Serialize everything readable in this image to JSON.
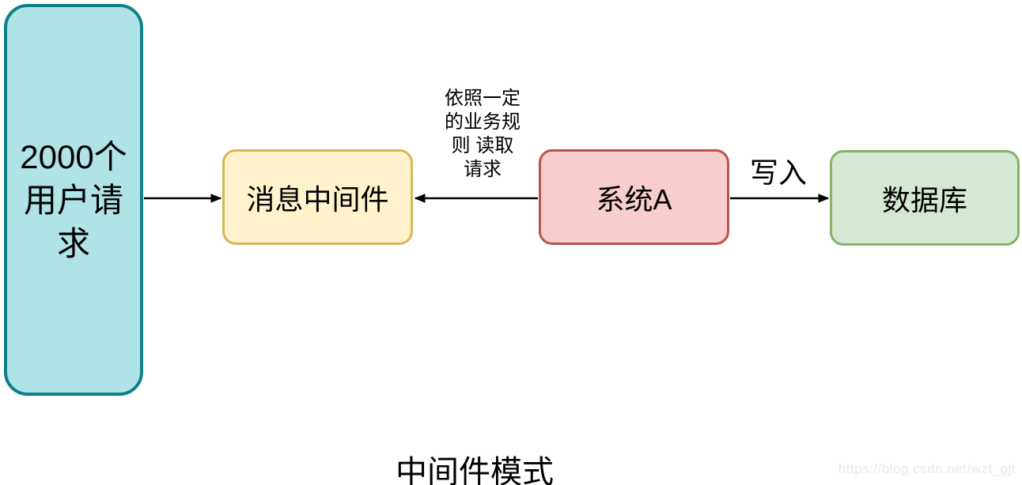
{
  "diagram": {
    "title": "中间件模式",
    "watermark": "https://blog.csdn.net/wzt_gjt",
    "nodes": {
      "user_requests": {
        "label": "2000个用户请求",
        "lines": [
          "2000个",
          "用户请",
          "求"
        ],
        "fill": "#B0E3E6",
        "stroke": "#0E8088"
      },
      "middleware": {
        "label": "消息中间件",
        "fill": "#FFF2CC",
        "stroke": "#D6B656"
      },
      "system_a": {
        "label": "系统A",
        "fill": "#F8CECC",
        "stroke": "#B85450"
      },
      "database": {
        "label": "数据库",
        "fill": "#D5E8D4",
        "stroke": "#82B366"
      }
    },
    "edges": {
      "users_to_middleware": {
        "label": "",
        "direction": "right"
      },
      "system_a_to_middleware": {
        "label": "依照一定的业务规则 读取请求",
        "lines": [
          "依照一定",
          "的业务规",
          "则 读取",
          "请求"
        ],
        "direction": "left"
      },
      "system_a_to_database": {
        "label": "写入",
        "direction": "right"
      }
    },
    "arrow_color": "#000000"
  }
}
